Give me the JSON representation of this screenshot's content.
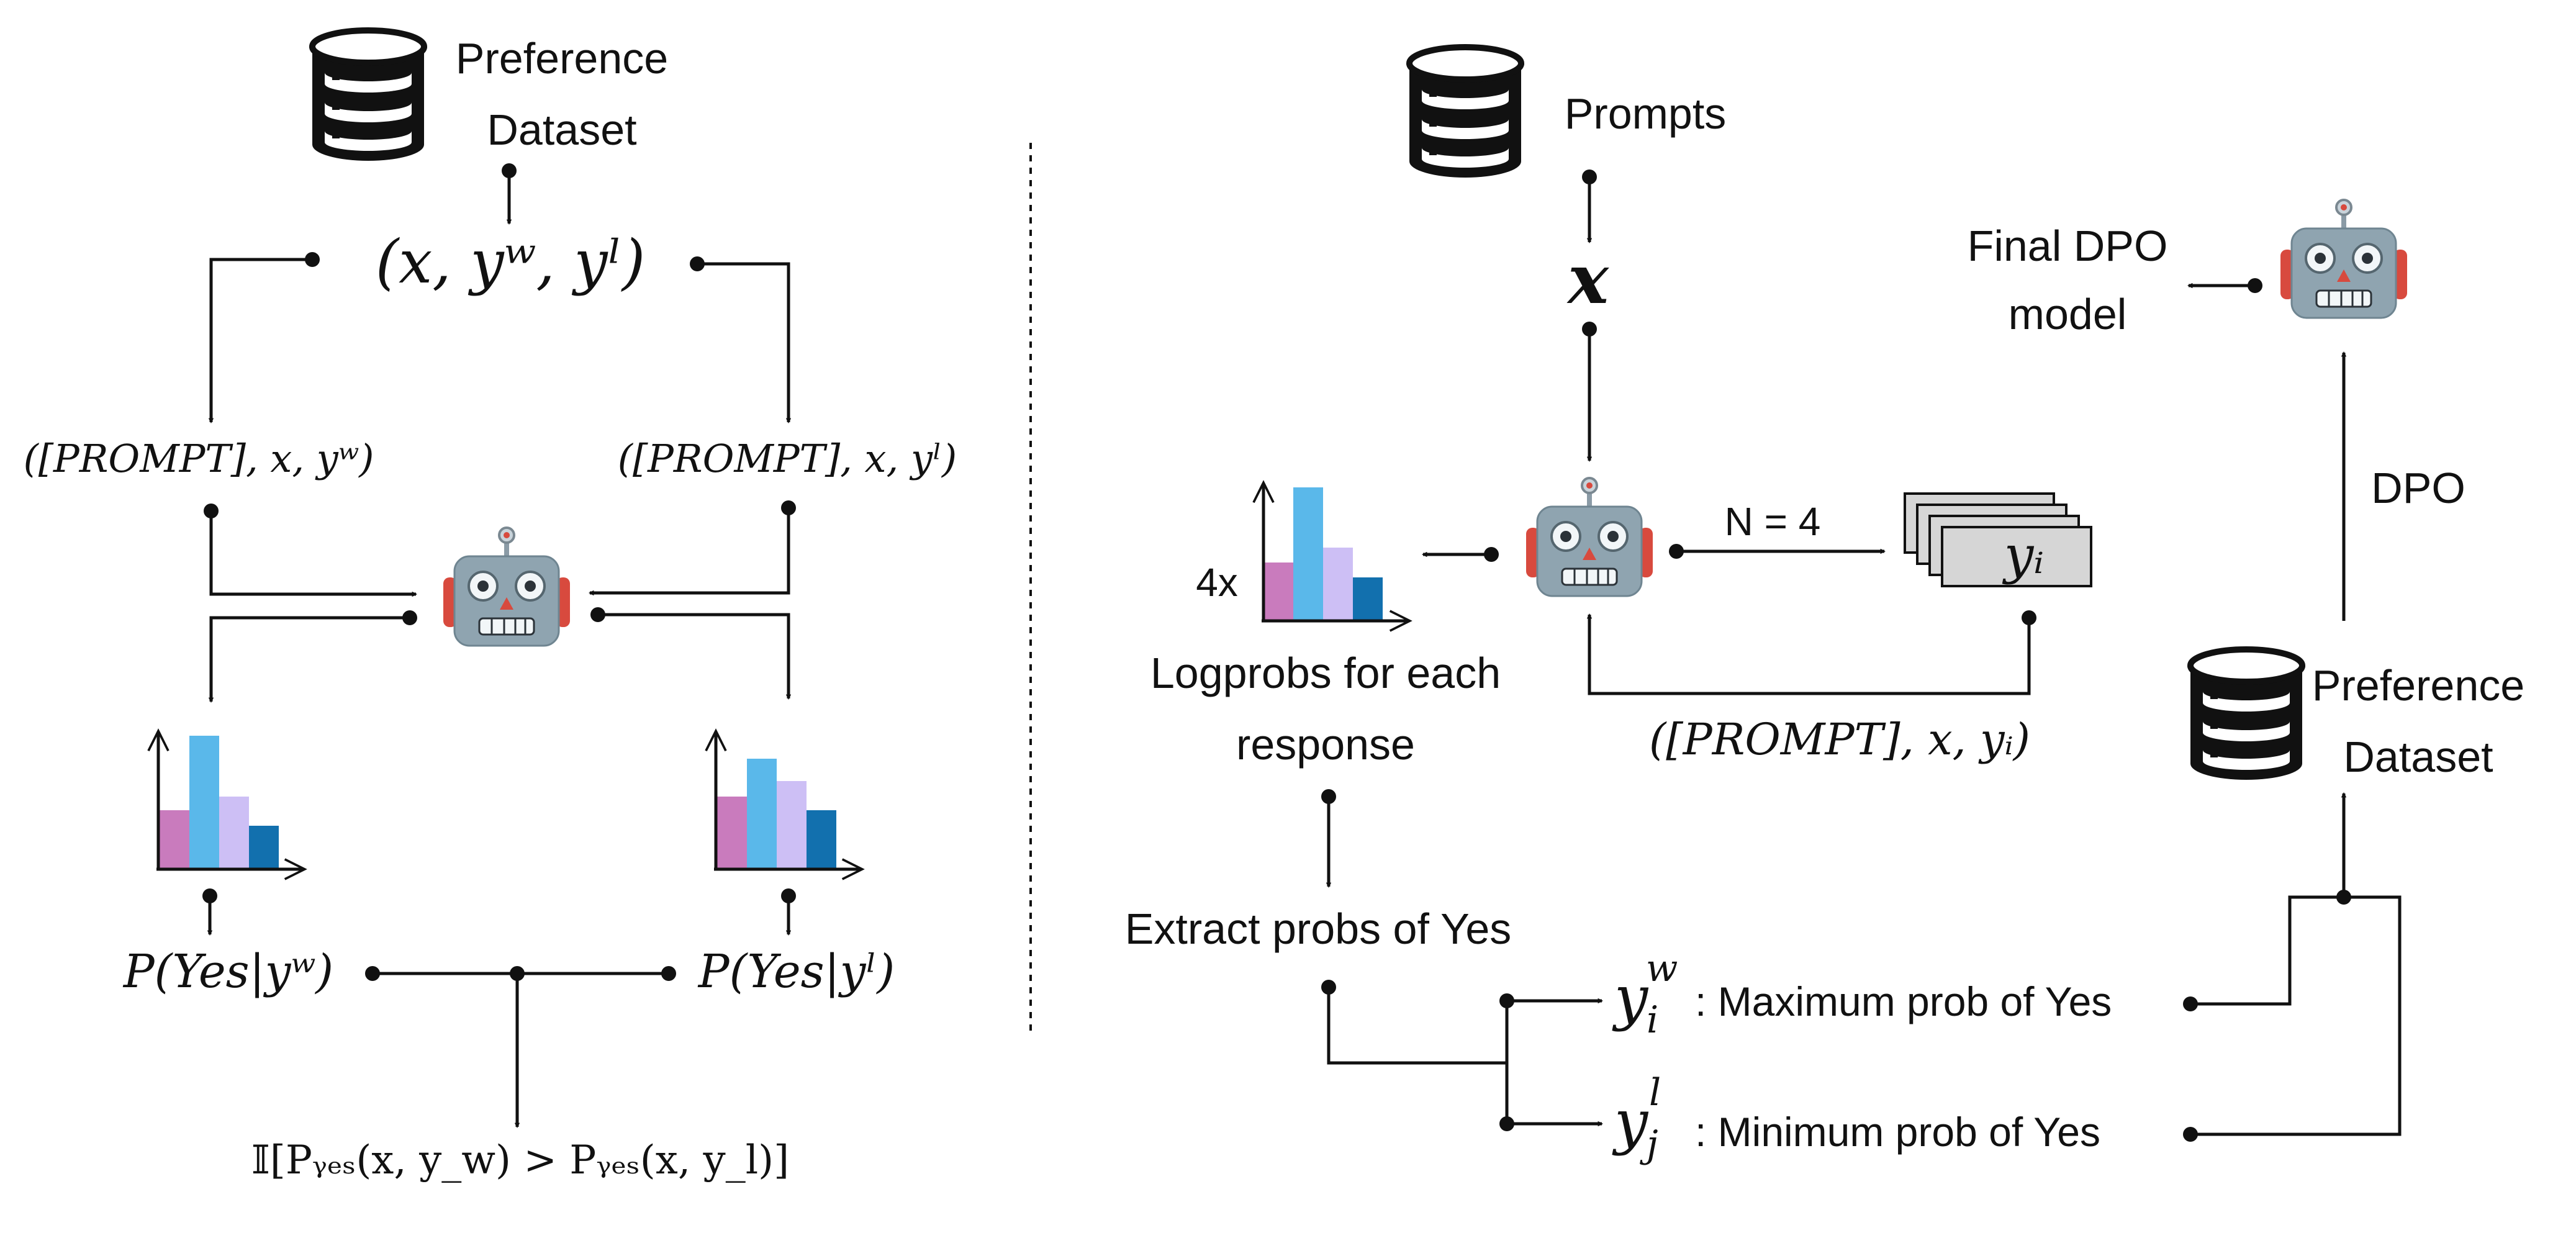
{
  "left": {
    "dataset_label_1": "Preference",
    "dataset_label_2": "Dataset",
    "triple": "(x, yʷ, yˡ)",
    "prompt_w": "([PROMPT], x, yʷ)",
    "prompt_l": "([PROMPT], x, yˡ)",
    "p_w": "P(Yes|yʷ)",
    "p_l": "P(Yes|yˡ)",
    "indicator": "𝕀[Pᵧₑₛ(x, y_w) > Pᵧₑₛ(x, y_l)]"
  },
  "right": {
    "prompts_label": "Prompts",
    "x_label": "x",
    "n_label": "N = 4",
    "y_i": "yᵢ",
    "prompt_yi": "([PROMPT], x, yᵢ)",
    "fourx": "4x",
    "logprobs_1": "Logprobs for each",
    "logprobs_2": "response",
    "extract": "Extract probs of Yes",
    "max_label": ": Maximum prob of Yes",
    "min_label": ": Minimum prob of Yes",
    "final_1": "Final DPO",
    "final_2": "model",
    "dpo": "DPO",
    "pref_1": "Preference",
    "pref_2": "Dataset"
  },
  "colors": {
    "bar_pink": "#c97bbd",
    "bar_sky": "#5ab8ea",
    "bar_lavender": "#cdbff5",
    "bar_blue": "#1270ae",
    "robot_body": "#8fa4b0",
    "robot_ear": "#d84a3e"
  },
  "icons": [
    "database-icon",
    "robot-icon",
    "bar-chart-icon",
    "stacked-documents-icon"
  ]
}
